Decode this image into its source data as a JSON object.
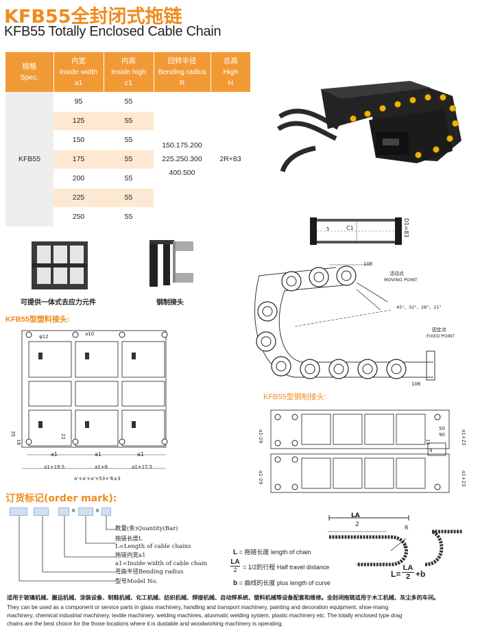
{
  "title": {
    "cn": "KFB55全封闭式拖链",
    "en": "KFB55  Totally Enclosed Cable Chain"
  },
  "table": {
    "headers": [
      {
        "cn": "规格",
        "en": "Spec.",
        "sym": ""
      },
      {
        "cn": "内宽",
        "en": "Inside width",
        "sym": "a1"
      },
      {
        "cn": "内高",
        "en": "Inside high",
        "sym": "c1"
      },
      {
        "cn": "回转半径",
        "en": "Bending radius",
        "sym": "R"
      },
      {
        "cn": "总高",
        "en": "High",
        "sym": "H"
      }
    ],
    "spec": "KFB55",
    "rows": [
      {
        "a1": "95",
        "c1": "55"
      },
      {
        "a1": "125",
        "c1": "55"
      },
      {
        "a1": "150",
        "c1": "55"
      },
      {
        "a1": "175",
        "c1": "55"
      },
      {
        "a1": "200",
        "c1": "55"
      },
      {
        "a1": "225",
        "c1": "55"
      },
      {
        "a1": "250",
        "c1": "55"
      }
    ],
    "radius": [
      "150.175.200",
      "225.250.300",
      "400.500"
    ],
    "high": "2R+83"
  },
  "captions": {
    "integrated": "可提供一体式去应力元件",
    "steel_joint": "钢制接头",
    "plastic_joint": "KFB55型塑料接头:",
    "steel_joint_title": "KFB55型钢制接头:"
  },
  "drawing_labels": {
    "d1": "D1=83",
    "c1": "C1",
    "five": "5",
    "len106": "106",
    "moving_cn": "活动点",
    "moving_en": "MOVING POINT",
    "angles": "45°、32°、28°、21°",
    "fixed_cn": "固定点",
    "fixed_en": "FIXED POINT",
    "phi12": "φ12",
    "a10": "a10",
    "a1": "a1",
    "a1_195": "a1+19.5",
    "a1_6": "a1+6",
    "a1_175": "a1+17.5",
    "total": "a'+a'+a'+53+'6±3",
    "thirtyfive": "35",
    "eighteen": "18",
    "twentytwo": "22",
    "a1_29": "a1-29",
    "a1_23": "a1+23",
    "fifty": "50",
    "ninety": "90",
    "fifteen": "15",
    "nine": "9",
    "la": "LA",
    "two": "2",
    "r": "R",
    "b": "b"
  },
  "order": {
    "title": "订货标记(order mark):",
    "x": "×",
    "labels": [
      "数量(条)Quantity(Bar)",
      "拖链长度L",
      "L=Length of cable chains",
      "拖链内宽a1",
      "a1=Inside width of cable chain",
      "弯曲半径Bending radius",
      "型号Model No."
    ]
  },
  "legend": {
    "l_sym": "L",
    "l_text": "= 拖链长度  length of chain",
    "la_sym": "LA",
    "la_den": "2",
    "la_text": "= 1/2的行程  Half travel distance",
    "b_sym": "b",
    "b_text": "= 曲线的长度  plus length of curve",
    "formula_l": "L=",
    "formula_num": "LA",
    "formula_den": "2",
    "formula_b": "+b"
  },
  "footer": {
    "cn": "适用于玻璃机械、搬运机械、涂装设备、制鞋机械、化工机械、纺织机械、焊接机械、自动焊系统、塑料机械等设备配套和维修。全封闭拖链适用于木工机械、灰尘多的车间。",
    "en1": "They can be used as a component or service parts in glass machinery, handling and transport machinery, painting and decoration equipment, shoe-maing",
    "en2": "machinery, chemical industrial machinery, textile machinery, welding machines, atuomatic welding system, plastic machinery etc. The totally enclosed type drag",
    "en3": "chains are the best choice for the those locations where it is dustable and woodworking machinery is operating."
  },
  "colors": {
    "accent": "#f08a1c",
    "header": "#f19a35",
    "peach": "#fde8d2",
    "spec_bg": "#eeeeee"
  }
}
